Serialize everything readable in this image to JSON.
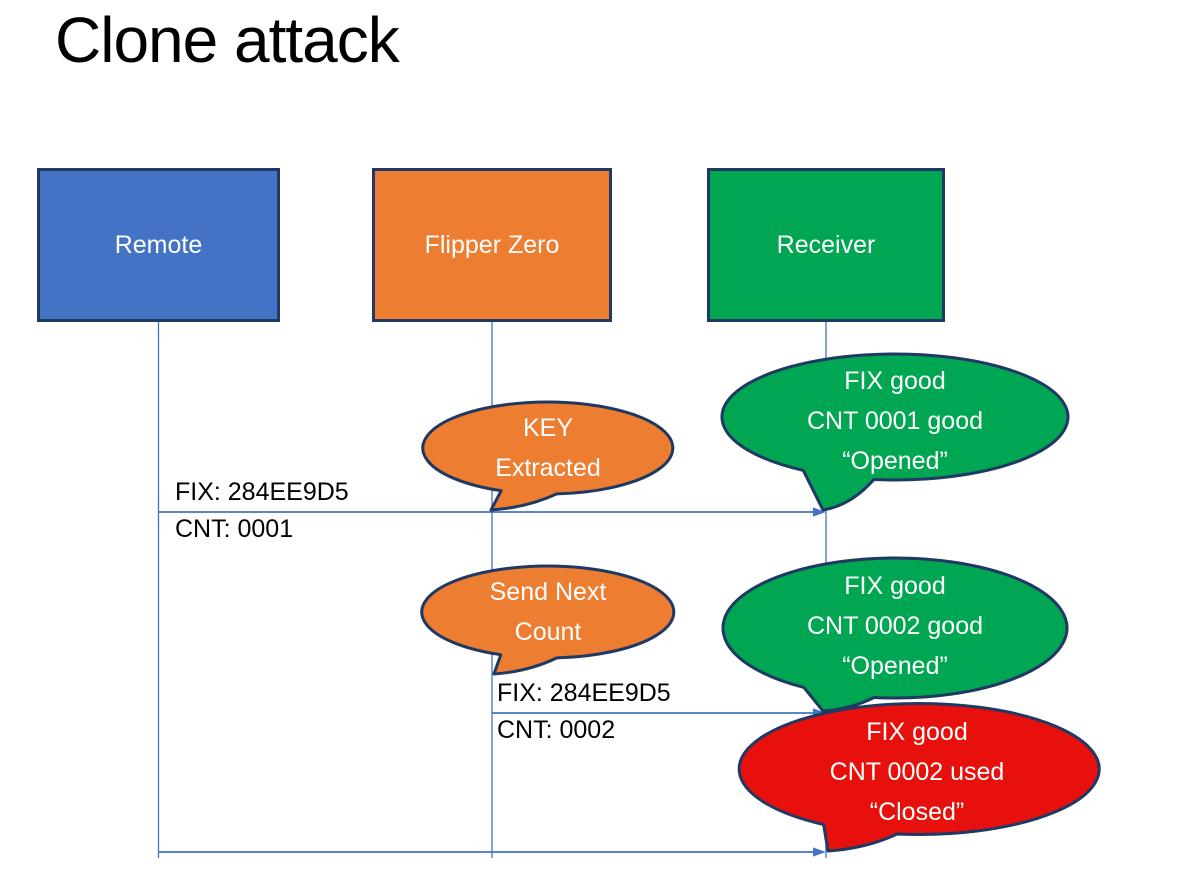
{
  "title": "Clone attack",
  "colors": {
    "actor_blue": "#4472C4",
    "actor_orange": "#ED7D31",
    "actor_green": "#00A651",
    "bubble_red": "#E8100C",
    "outline_navy": "#1F3864",
    "line_blue": "#4472C4",
    "text_white": "#FFFFFF",
    "text_black": "#000000"
  },
  "actors": [
    {
      "id": "remote",
      "label": "Remote",
      "color_key": "actor_blue"
    },
    {
      "id": "flipper",
      "label": "Flipper Zero",
      "color_key": "actor_orange"
    },
    {
      "id": "receiver",
      "label": "Receiver",
      "color_key": "actor_green"
    }
  ],
  "messages": [
    {
      "id": "msg1",
      "from": "remote",
      "to": "receiver",
      "lines": [
        "FIX: 284EE9D5",
        "CNT: 0001"
      ]
    },
    {
      "id": "msg2",
      "from": "flipper",
      "to": "receiver",
      "lines": [
        "FIX: 284EE9D5",
        "CNT: 0002"
      ]
    },
    {
      "id": "msg3",
      "from": "remote",
      "to": "receiver",
      "lines": []
    }
  ],
  "callouts": [
    {
      "id": "key-extracted",
      "speaker": "flipper",
      "color_key": "actor_orange",
      "lines": [
        "KEY",
        "Extracted"
      ]
    },
    {
      "id": "opened-1",
      "speaker": "receiver",
      "color_key": "actor_green",
      "lines": [
        "FIX good",
        "CNT 0001 good",
        "“Opened”"
      ]
    },
    {
      "id": "send-next-count",
      "speaker": "flipper",
      "color_key": "actor_orange",
      "lines": [
        "Send Next",
        "Count"
      ]
    },
    {
      "id": "opened-2",
      "speaker": "receiver",
      "color_key": "actor_green",
      "lines": [
        "FIX good",
        "CNT 0002 good",
        "“Opened”"
      ]
    },
    {
      "id": "closed",
      "speaker": "receiver",
      "color_key": "bubble_red",
      "lines": [
        "FIX good",
        "CNT 0002 used",
        "“Closed”"
      ]
    }
  ]
}
